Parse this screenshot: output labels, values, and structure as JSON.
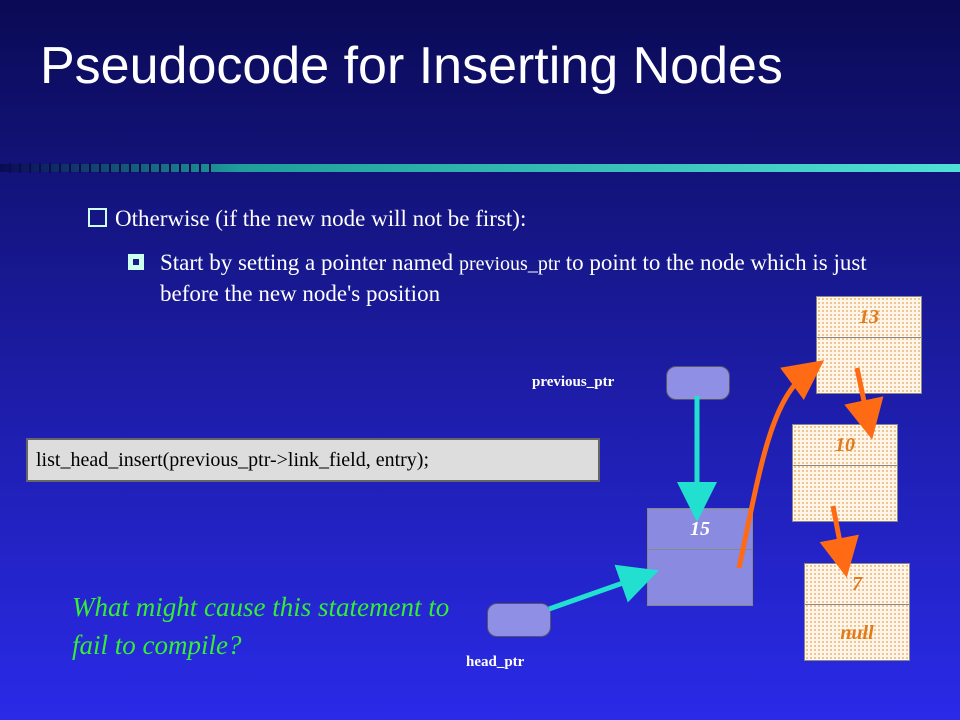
{
  "title": "Pseudocode for Inserting Nodes",
  "bullet1": "Otherwise (if the new node will not be first):",
  "bullet2": {
    "part1": "Start by setting a pointer named ",
    "code": "previous_ptr",
    "part2": " to point to the node which is just before the new node's position"
  },
  "code_line": "list_head_insert(previous_ptr->link_field, entry);",
  "question": "What might cause this statement to fail to compile?",
  "pointers": {
    "previous_ptr": "previous_ptr",
    "head_ptr": "head_ptr"
  },
  "nodes": [
    {
      "value": "13",
      "link": ""
    },
    {
      "value": "10",
      "link": ""
    },
    {
      "value": "7",
      "link": "null"
    },
    {
      "value": "15",
      "link": ""
    }
  ],
  "colors": {
    "question": "#33ee33",
    "arrow_orange": "#ff6a14",
    "arrow_cyan": "#22e0d0"
  }
}
